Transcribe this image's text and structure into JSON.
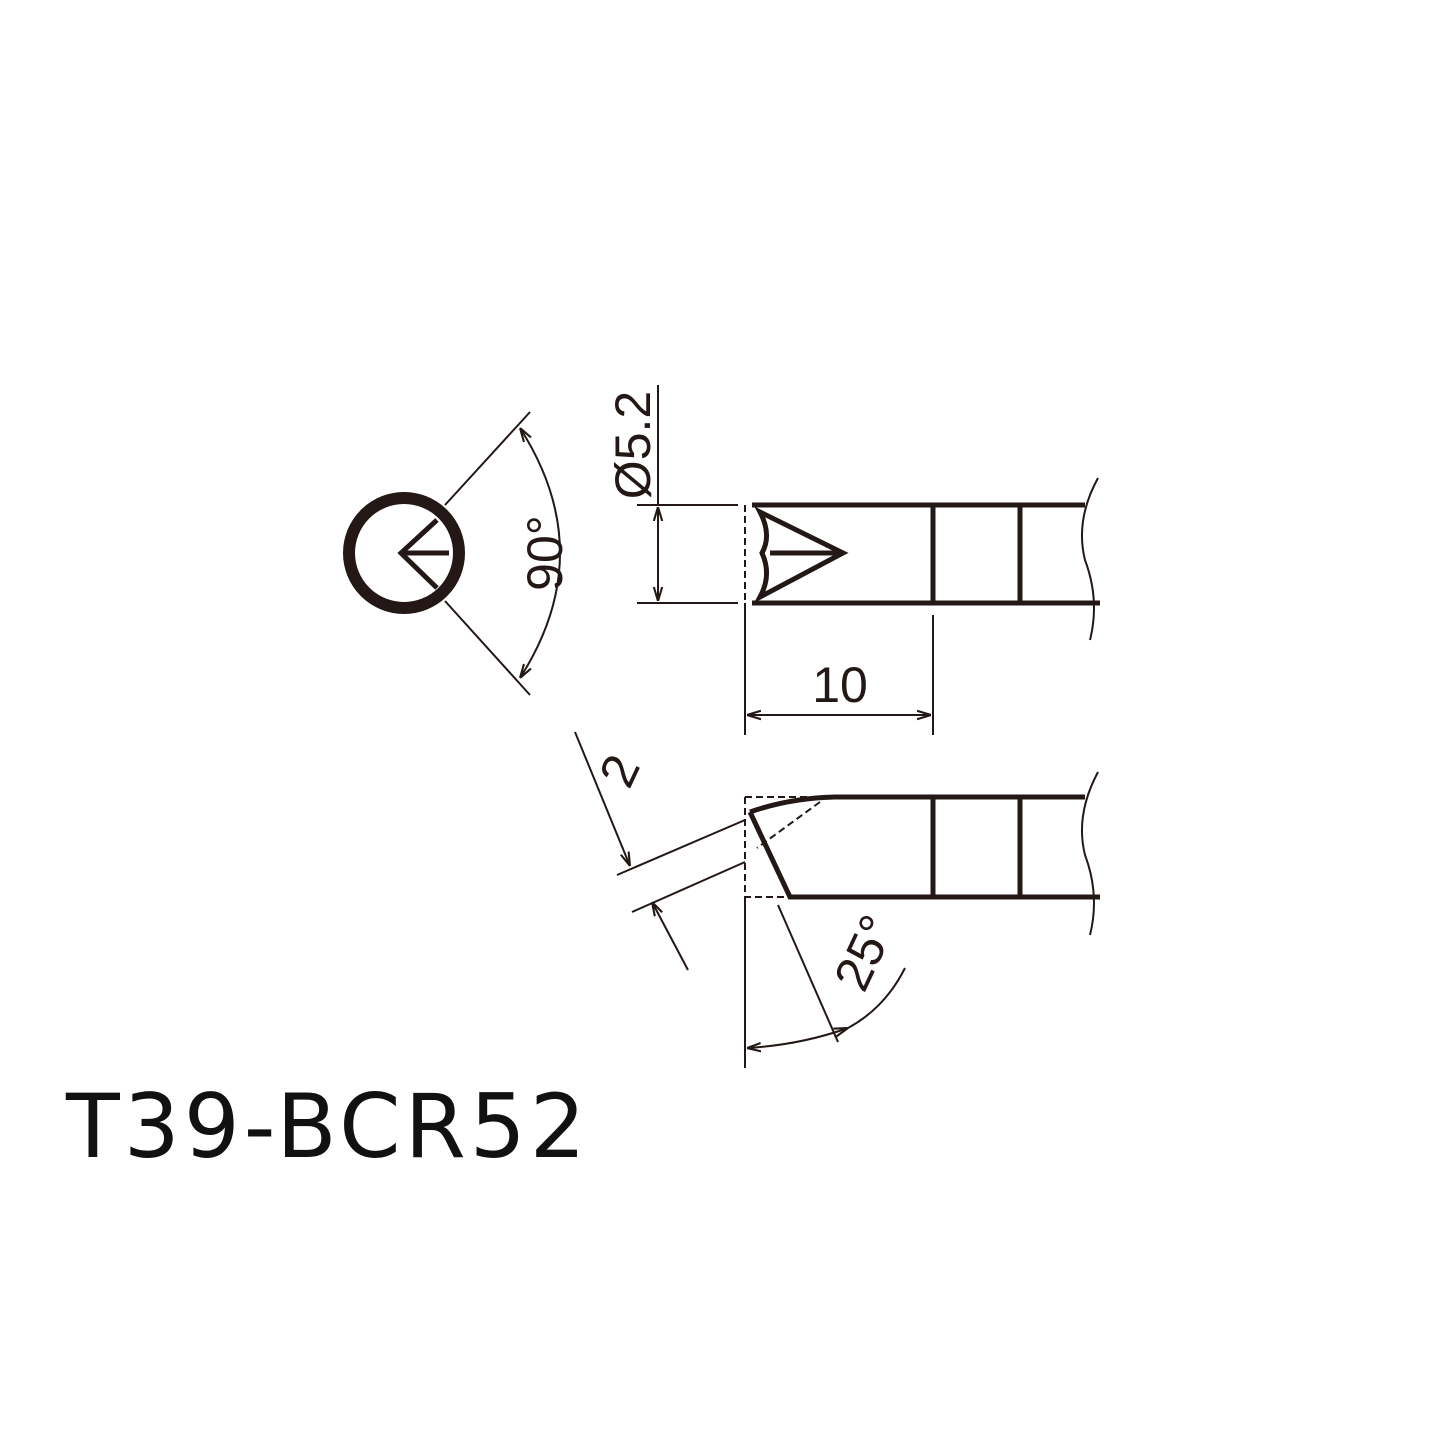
{
  "title": "T39-BCR52",
  "dimensions": {
    "angle_front": "90°",
    "diameter": "Ø5.2",
    "length": "10",
    "bevel_width": "2",
    "bevel_angle": "25°"
  },
  "colors": {
    "line": "#231815"
  }
}
